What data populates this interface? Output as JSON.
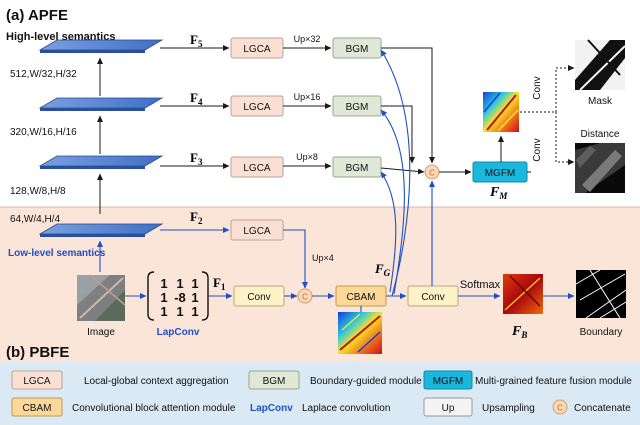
{
  "title_apfe": "(a) APFE",
  "title_pbfe": "(b) PBFE",
  "high_level": "High-level semantics",
  "low_level": "Low-level semantics",
  "levels": [
    {
      "dims": "512,W/32,H/32",
      "feature": "F",
      "sub": "5",
      "lgca": "LGCA",
      "up": "Up×32",
      "bgm": "BGM"
    },
    {
      "dims": "320,W/16,H/16",
      "feature": "F",
      "sub": "4",
      "lgca": "LGCA",
      "up": "Up×16",
      "bgm": "BGM"
    },
    {
      "dims": "128,W/8,H/8",
      "feature": "F",
      "sub": "3",
      "lgca": "LGCA",
      "up": "Up×8",
      "bgm": "BGM"
    },
    {
      "dims": "64,W/4,H/4",
      "feature": "F",
      "sub": "2",
      "lgca": "LGCA",
      "up": "Up×4",
      "bgm": ""
    }
  ],
  "f1": {
    "main": "F",
    "sub": "1"
  },
  "image_label": "Image",
  "lapconv_label": "LapConv",
  "matrix": [
    [
      "1",
      "1",
      "1"
    ],
    [
      "1",
      "-8",
      "1"
    ],
    [
      "1",
      "1",
      "1"
    ]
  ],
  "conv": "Conv",
  "concat_symbol": "C",
  "cbam": "CBAM",
  "fg": {
    "main": "F",
    "sub": "G"
  },
  "softmax": "Softmax",
  "fb": {
    "main": "F",
    "sub": "B"
  },
  "boundary_label": "Boundary",
  "mgfm": "MGFM",
  "fm": {
    "main": "F",
    "sub": "M"
  },
  "mask_label": "Mask",
  "distance_label": "Distance",
  "conv_vertical": "Conv",
  "legend": [
    {
      "key": "LGCA",
      "desc": "Local-global context aggregation",
      "color": "#f9e0d2"
    },
    {
      "key": "BGM",
      "desc": "Boundary-guided module",
      "color": "#dfe8d6"
    },
    {
      "key": "MGFM",
      "desc": "Multi-grained feature fusion module",
      "color": "#1ab8dd"
    },
    {
      "key": "CBAM",
      "desc": "Convolutional block attention module",
      "color": "#fbd89a"
    },
    {
      "key": "LapConv",
      "desc": "Laplace convolution",
      "color": ""
    },
    {
      "key": "Up",
      "desc": "Upsampling",
      "color": "#f4f4f4"
    },
    {
      "key": "C",
      "desc": "Concatenate",
      "color": "#fbd8b8"
    }
  ]
}
